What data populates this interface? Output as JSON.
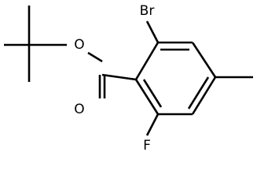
{
  "molecule": {
    "atoms": {
      "bromine": "Br",
      "ester_oxygen": "O",
      "carbonyl_oxygen": "O",
      "fluorine": "F"
    },
    "colors": {
      "bond": "#000000",
      "label": "#000000",
      "background": "#ffffff"
    }
  }
}
